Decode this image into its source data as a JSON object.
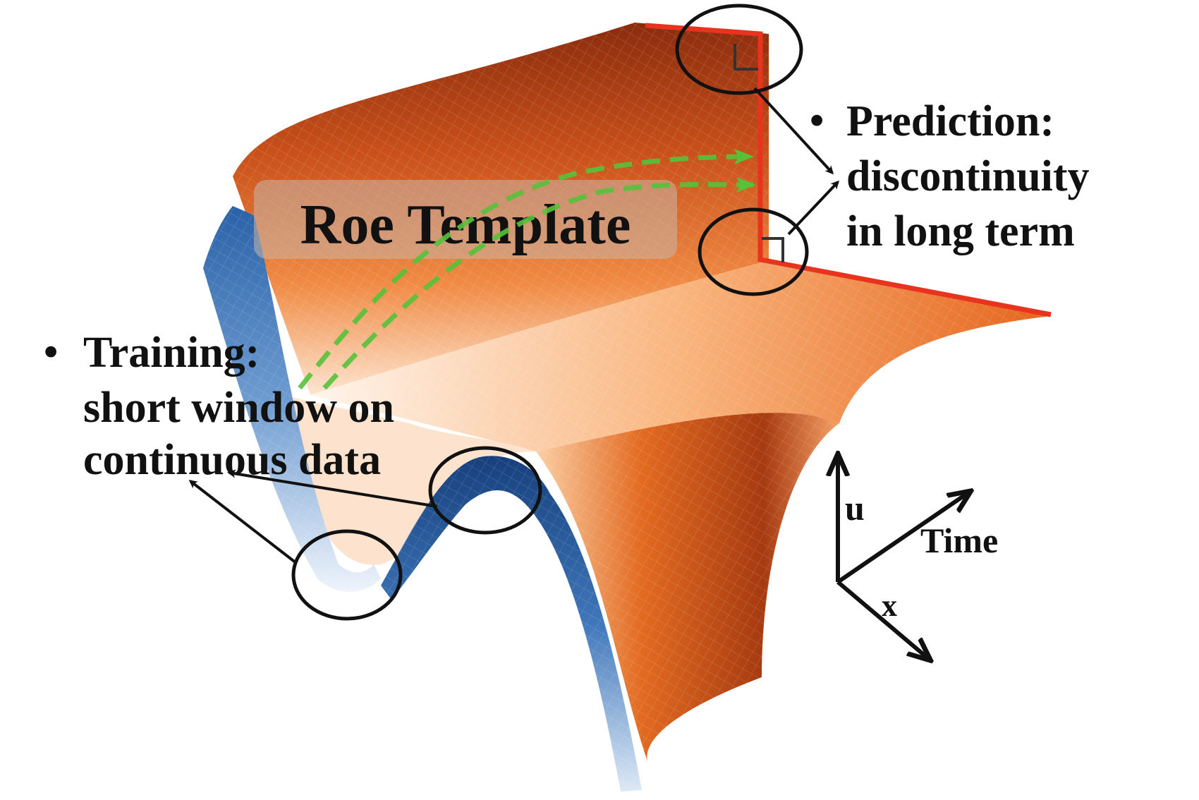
{
  "title_box": {
    "text": "Roe Template"
  },
  "prediction": {
    "bullet": "•",
    "line1": "Prediction:",
    "line2": "discontinuity",
    "line3": "in long term"
  },
  "training": {
    "bullet": "•",
    "line1": "Training:",
    "line2": "short window on",
    "line3": "continuous data"
  },
  "axes": {
    "u_label": "u",
    "time_label": "Time",
    "x_label": "x"
  },
  "colors": {
    "orange_dark": "#8f2d0c",
    "orange_mid": "#e0651a",
    "orange_light": "#fde7d2",
    "blue_dark": "#1f4f8f",
    "blue_light": "#dbe8f6",
    "shock_red": "#e8331f",
    "arrow_green": "#66cc44",
    "callout_black": "#111111"
  }
}
